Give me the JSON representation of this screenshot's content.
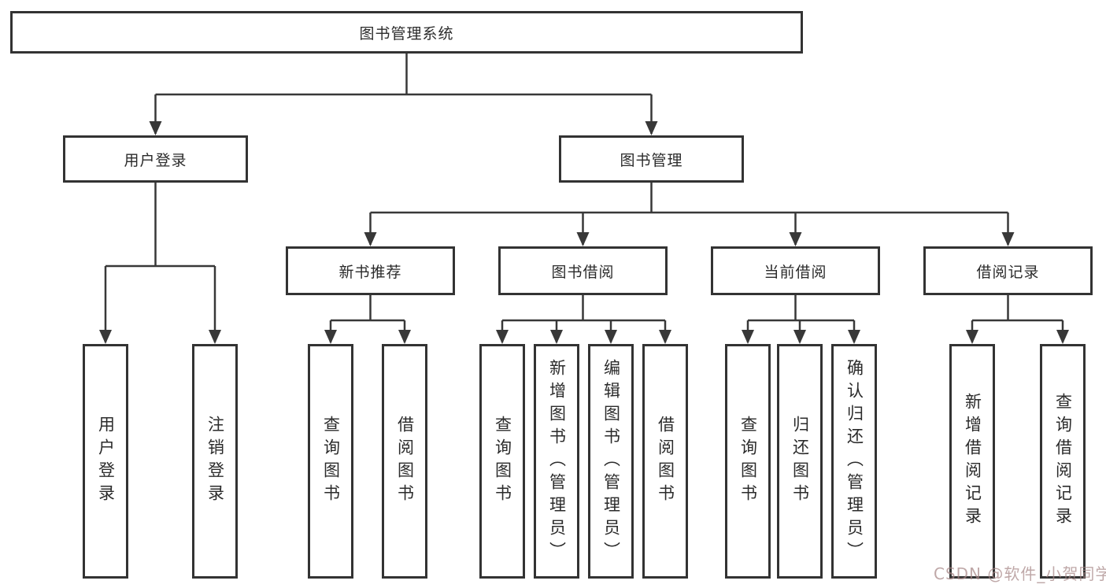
{
  "tree": {
    "root": "图书管理系统",
    "branches": [
      {
        "label": "用户登录",
        "children": [
          "用户登录",
          "注销登录"
        ]
      },
      {
        "label": "图书管理",
        "groups": [
          {
            "label": "新书推荐",
            "children": [
              "查询图书",
              "借阅图书"
            ]
          },
          {
            "label": "图书借阅",
            "children": [
              "查询图书",
              "新增图书（管理员）",
              "编辑图书（管理员）",
              "借阅图书"
            ]
          },
          {
            "label": "当前借阅",
            "children": [
              "查询图书",
              "归还图书",
              "确认归还（管理员）"
            ]
          },
          {
            "label": "借阅记录",
            "children": [
              "新增借阅记录",
              "查询借阅记录"
            ]
          }
        ]
      }
    ]
  },
  "colors": {
    "line": "#383838",
    "border": "#333333",
    "text": "#2b2b2b",
    "watermark_tint": "#a68686"
  },
  "watermark": "CSDN @软件_小贺同学"
}
